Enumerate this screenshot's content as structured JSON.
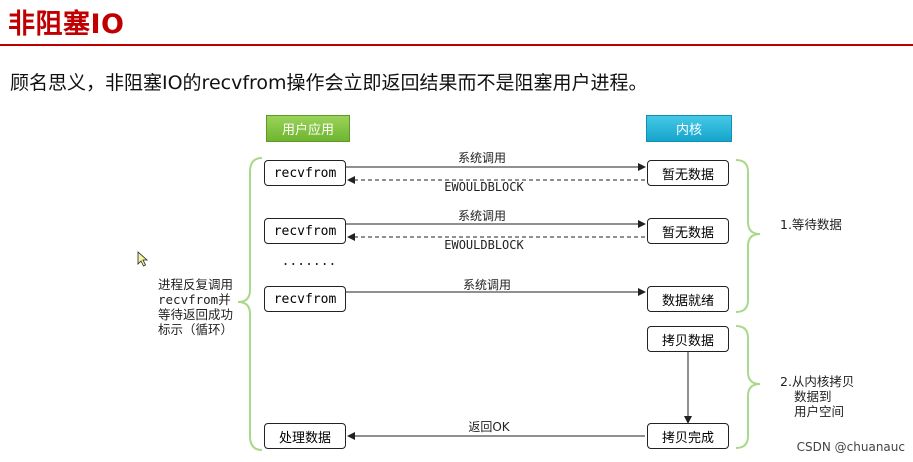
{
  "title": "非阻塞IO",
  "subtitle": "顾名思义，非阻塞IO的recvfrom操作会立即返回结果而不是阻塞用户进程。",
  "headers": {
    "user_app": "用户应用",
    "kernel": "内核"
  },
  "user_boxes": [
    "recvfrom",
    "recvfrom",
    "recvfrom",
    "处理数据"
  ],
  "kernel_boxes": [
    "暂无数据",
    "暂无数据",
    "数据就绪",
    "拷贝数据",
    "拷贝完成"
  ],
  "arrow_labels": {
    "call1": "系统调用",
    "ret1": "EWOULDBLOCK",
    "call2": "系统调用",
    "ret2": "EWOULDBLOCK",
    "call3": "系统调用",
    "ret_ok": "返回OK"
  },
  "ellipsis": ".......",
  "left_note": [
    "进程反复调用",
    "recvfrom并",
    "等待返回成功",
    "标示（循环）"
  ],
  "phase1": "1.等待数据",
  "phase2": [
    "2.从内核拷贝",
    "数据到",
    "用户空间"
  ],
  "watermark": "CSDN @chuanauc",
  "colors": {
    "title": "#c00000",
    "user_header": "#7cc242",
    "kernel_header": "#1fb3d9",
    "brace": "#a8d98a"
  }
}
